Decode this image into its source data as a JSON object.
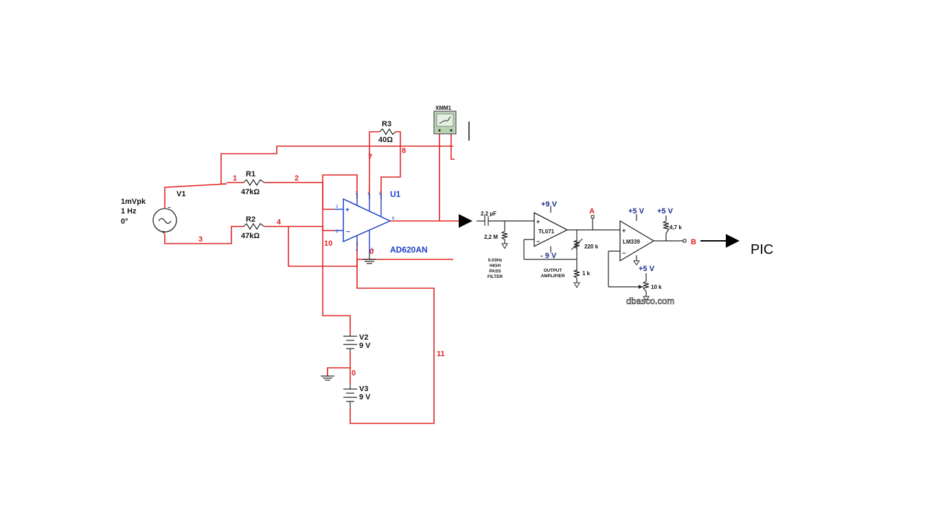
{
  "left_circuit": {
    "source": {
      "name": "V1",
      "amplitude": "1mVpk",
      "frequency": "1 Hz",
      "phase": "0°"
    },
    "resistors": [
      {
        "name": "R1",
        "value": "47kΩ"
      },
      {
        "name": "R2",
        "value": "47kΩ"
      },
      {
        "name": "R3",
        "value": "40Ω"
      }
    ],
    "amp": {
      "name": "U1",
      "part": "AD620AN",
      "pins": [
        "7",
        "1",
        "8",
        "3",
        "2",
        "6",
        "4",
        "5"
      ]
    },
    "batteries": [
      {
        "name": "V2",
        "value": "9 V"
      },
      {
        "name": "V3",
        "value": "9 V"
      }
    ],
    "nets": [
      "1",
      "2",
      "3",
      "4",
      "7",
      "8",
      "10",
      "0",
      "0",
      "11"
    ],
    "instrument": "XMM1"
  },
  "right_circuit": {
    "capacitor": "2,2 µF",
    "hp_resistor": "2,2 M",
    "filter_label": [
      "0.03Hz",
      "HIGH",
      "PASS",
      "FILTER"
    ],
    "amp1": {
      "part": "TL071",
      "vpos": "+9 V",
      "vneg": "- 9 V"
    },
    "gain_resistor": "220 k",
    "feedback_resistor": "1 k",
    "amp1_label": [
      "OUTPUT",
      "AMPLIFIER"
    ],
    "node_a": "A",
    "comparator": {
      "part": "LM339",
      "vpos": "+5 V"
    },
    "pullup_supply": "+5 V",
    "pullup": "4,7 k",
    "ref_supply": "+5 V",
    "ref_pot": "10 k",
    "node_b": "B",
    "watermark": "dbasco.com"
  },
  "output_label": "PIC",
  "colors": {
    "wire": "#e02020",
    "component": "#1a3cc8",
    "text": "#111111"
  }
}
